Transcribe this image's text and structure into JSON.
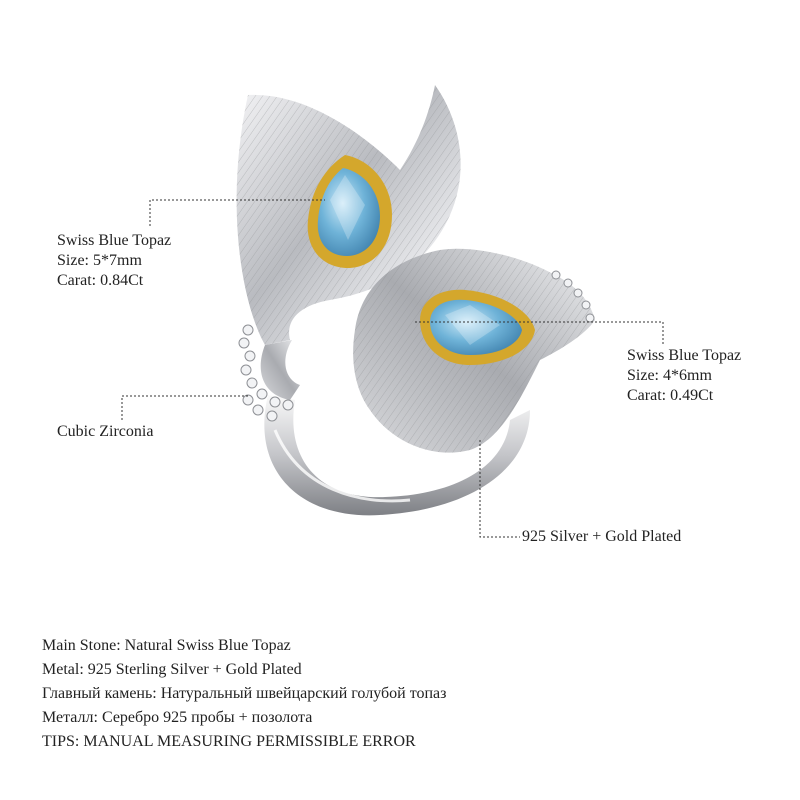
{
  "callouts": {
    "stone_large": {
      "name": "Swiss Blue Topaz",
      "size": "Size: 5*7mm",
      "carat": "Carat: 0.84Ct"
    },
    "stone_small": {
      "name": "Swiss Blue Topaz",
      "size": "Size: 4*6mm",
      "carat": "Carat: 0.49Ct"
    },
    "accent": "Cubic Zirconia",
    "metal": "925 Silver + Gold Plated"
  },
  "specs": [
    "Main Stone: Natural Swiss Blue Topaz",
    "Metal: 925 Sterling Silver + Gold Plated",
    "Главный камень: Натуральный швейцарский голубой топаз",
    "Металл: Серебро 925 пробы + позолота",
    "TIPS: MANUAL MEASURING PERMISSIBLE ERROR"
  ],
  "colors": {
    "background": "#ffffff",
    "silver": "#c9cacd",
    "topaz": "#6fb3d8",
    "gold": "#d4a72c",
    "text": "#222222"
  }
}
